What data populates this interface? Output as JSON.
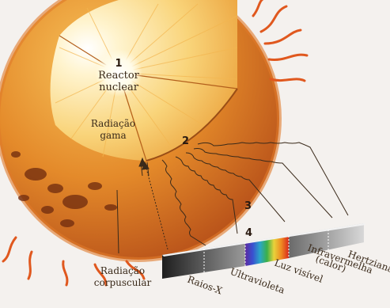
{
  "labels": {
    "n1": "1",
    "reactor_line1": "Reactor",
    "reactor_line2": "nuclear",
    "gamma_line1": "Radiação",
    "gamma_line2": "gama",
    "n2": "2",
    "n3": "3",
    "n4": "4",
    "corp_line1": "Radiação",
    "corp_line2": "corpuscular"
  },
  "spectrum_bands": [
    "Raios-X",
    "Ultravioleta",
    "Luz visível",
    "Infravermelha",
    "(calor)",
    "Hertziana"
  ],
  "colors": {
    "sun_outer": "#d9731e",
    "sun_core": "#fff6d8",
    "background": "#f4f1ee",
    "text": "#3a2a1a"
  }
}
